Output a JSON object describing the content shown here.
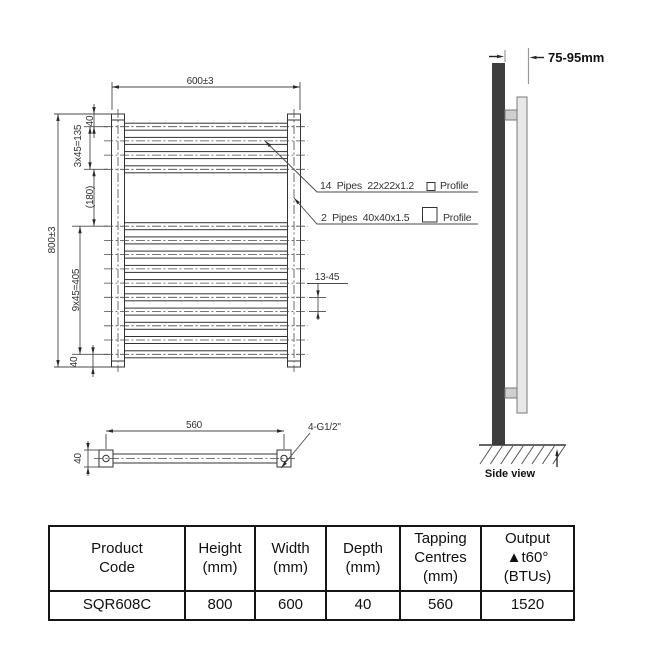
{
  "front_view": {
    "dim_width": "600±3",
    "dim_height": "800±3",
    "dim_top_offset": "40",
    "dim_top_pitch": "3x45=135",
    "dim_mid_gap": "(180)",
    "dim_main_pitch": "9x45=405",
    "dim_bottom_offset": "40",
    "dim_pipe_spacing": "13-45",
    "note_pipes_text": "14  Pipes  22x22x1.2",
    "note_pipes_profile": "Profile",
    "note_tubes_text": "2  Pipes  40x40x1.5",
    "note_tubes_profile": "Profile"
  },
  "bottom_view": {
    "dim_tapping_centres": "560",
    "dim_depth": "40",
    "note_fittings": "4-G1/2\""
  },
  "side_view": {
    "dim_wall_distance": "75-95mm",
    "label": "Side view"
  },
  "table": {
    "headers": [
      "Product\nCode",
      "Height\n(mm)",
      "Width\n(mm)",
      "Depth\n(mm)",
      "Tapping\nCentres\n(mm)",
      "Output\n▲t60° (BTUs)"
    ],
    "row": [
      "SQR608C",
      "800",
      "600",
      "40",
      "560",
      "1520"
    ]
  },
  "colors": {
    "line": "#333333",
    "wall_dark": "#3e3e3e",
    "radiator_light": "#e8e8e8",
    "bracket_gray": "#cfcfcf",
    "table_border": "#161616"
  }
}
